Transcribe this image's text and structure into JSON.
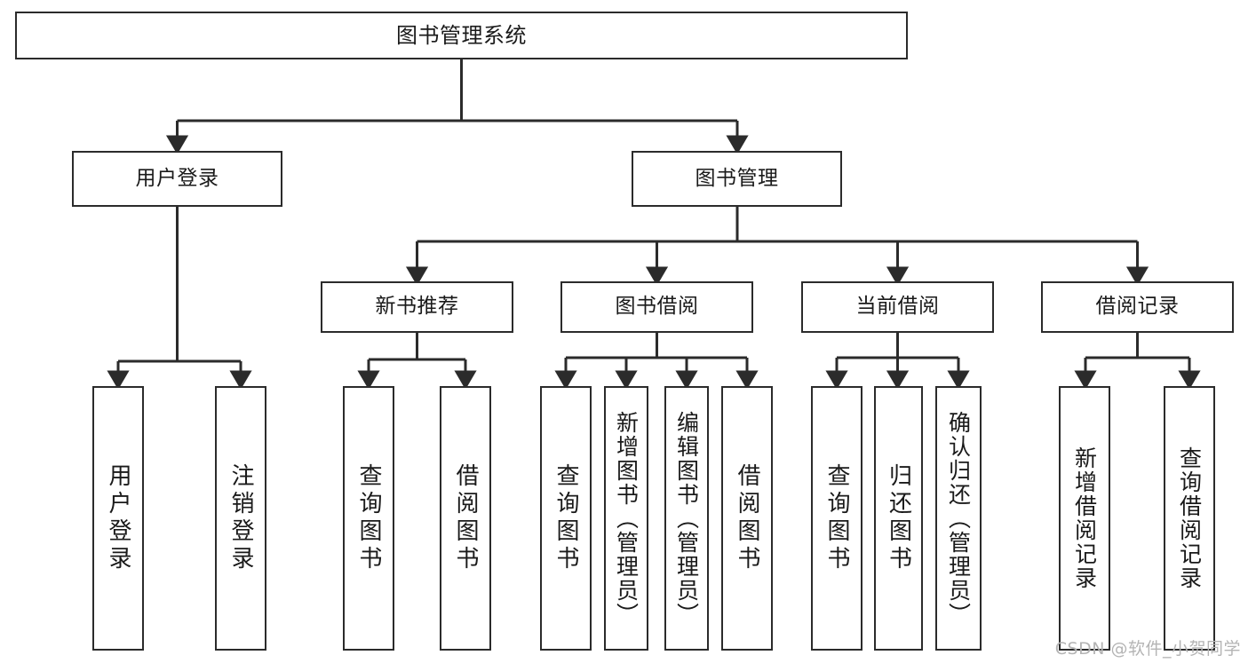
{
  "diagram": {
    "title": "图书管理系统",
    "type": "tree-hierarchy-chart",
    "watermark": "CSDN @软件_小贺同学",
    "colors": {
      "stroke": "#2b2b2b",
      "fill": "#ffffff",
      "text": "#1a1a1a",
      "watermark": "#b4b4b4"
    },
    "root": {
      "label": "图书管理系统"
    },
    "level2": [
      {
        "label": "用户登录"
      },
      {
        "label": "图书管理"
      }
    ],
    "level3": [
      {
        "label": "新书推荐"
      },
      {
        "label": "图书借阅"
      },
      {
        "label": "当前借阅"
      },
      {
        "label": "借阅记录"
      }
    ],
    "leaves": {
      "user_login": [
        {
          "label": "用户登录"
        },
        {
          "label": "注销登录"
        }
      ],
      "new_book_recommend": [
        {
          "label": "查询图书"
        },
        {
          "label": "借阅图书"
        }
      ],
      "book_borrow": [
        {
          "label": "查询图书"
        },
        {
          "label": "新增图书（管理员）"
        },
        {
          "label": "编辑图书（管理员）"
        },
        {
          "label": "借阅图书"
        }
      ],
      "current_borrow": [
        {
          "label": "查询图书"
        },
        {
          "label": "归还图书"
        },
        {
          "label": "确认归还（管理员）"
        }
      ],
      "borrow_record": [
        {
          "label": "新增借阅记录"
        },
        {
          "label": "查询借阅记录"
        }
      ]
    }
  }
}
